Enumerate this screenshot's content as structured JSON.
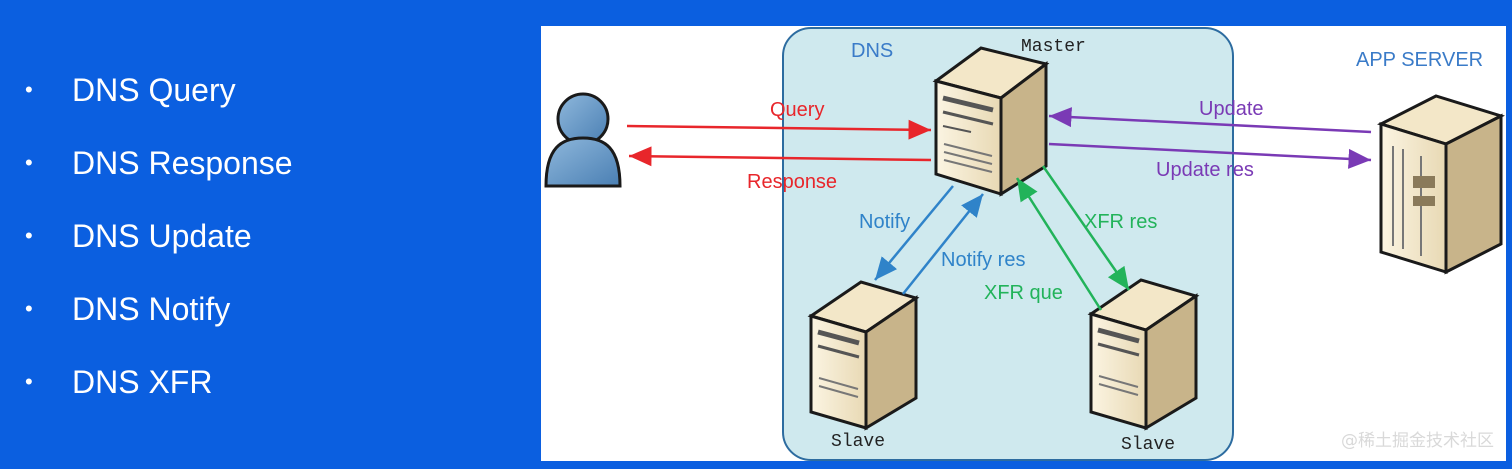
{
  "bullets": [
    "DNS Query",
    "DNS Response",
    "DNS Update",
    "DNS Notify",
    "DNS XFR"
  ],
  "diagram": {
    "dns_zone_label": "DNS",
    "master_label": "Master",
    "app_server_label": "APP SERVER",
    "slave_left_label": "Slave",
    "slave_right_label": "Slave",
    "edges": {
      "query": "Query",
      "response": "Response",
      "update": "Update",
      "update_res": "Update res",
      "notify": "Notify",
      "notify_res": "Notify res",
      "xfr_res": "XFR res",
      "xfr_que": "XFR que"
    }
  },
  "watermark": "@稀土掘金技术社区",
  "colors": {
    "background": "#0b5fe0",
    "dns_zone": "#cfe9ee",
    "query": "#e8262b",
    "update": "#7a3ab5",
    "notify": "#2f83c9",
    "xfr": "#22b35a"
  }
}
